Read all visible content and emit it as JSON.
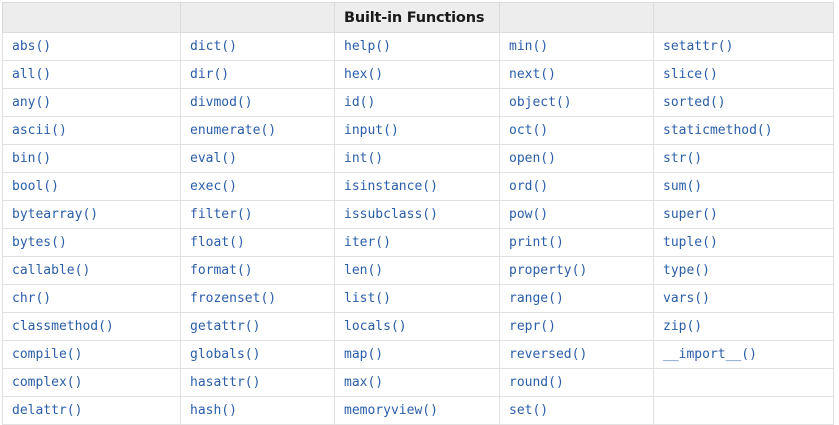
{
  "table": {
    "title": "Built-in Functions",
    "title_column_index": 2,
    "column_count": 5,
    "header_cells": [
      "",
      "",
      "Built-in Functions",
      "",
      ""
    ],
    "rows": [
      [
        "abs()",
        "dict()",
        "help()",
        "min()",
        "setattr()"
      ],
      [
        "all()",
        "dir()",
        "hex()",
        "next()",
        "slice()"
      ],
      [
        "any()",
        "divmod()",
        "id()",
        "object()",
        "sorted()"
      ],
      [
        "ascii()",
        "enumerate()",
        "input()",
        "oct()",
        "staticmethod()"
      ],
      [
        "bin()",
        "eval()",
        "int()",
        "open()",
        "str()"
      ],
      [
        "bool()",
        "exec()",
        "isinstance()",
        "ord()",
        "sum()"
      ],
      [
        "bytearray()",
        "filter()",
        "issubclass()",
        "pow()",
        "super()"
      ],
      [
        "bytes()",
        "float()",
        "iter()",
        "print()",
        "tuple()"
      ],
      [
        "callable()",
        "format()",
        "len()",
        "property()",
        "type()"
      ],
      [
        "chr()",
        "frozenset()",
        "list()",
        "range()",
        "vars()"
      ],
      [
        "classmethod()",
        "getattr()",
        "locals()",
        "repr()",
        "zip()"
      ],
      [
        "compile()",
        "globals()",
        "map()",
        "reversed()",
        "__import__()"
      ],
      [
        "complex()",
        "hasattr()",
        "max()",
        "round()",
        ""
      ],
      [
        "delattr()",
        "hash()",
        "memoryview()",
        "set()",
        ""
      ]
    ]
  },
  "colors": {
    "function_text": "#2b5ea8",
    "header_background": "#ededed",
    "header_text": "#1a1a1a",
    "border": "#e2e2e2",
    "page_background": "#ffffff"
  }
}
